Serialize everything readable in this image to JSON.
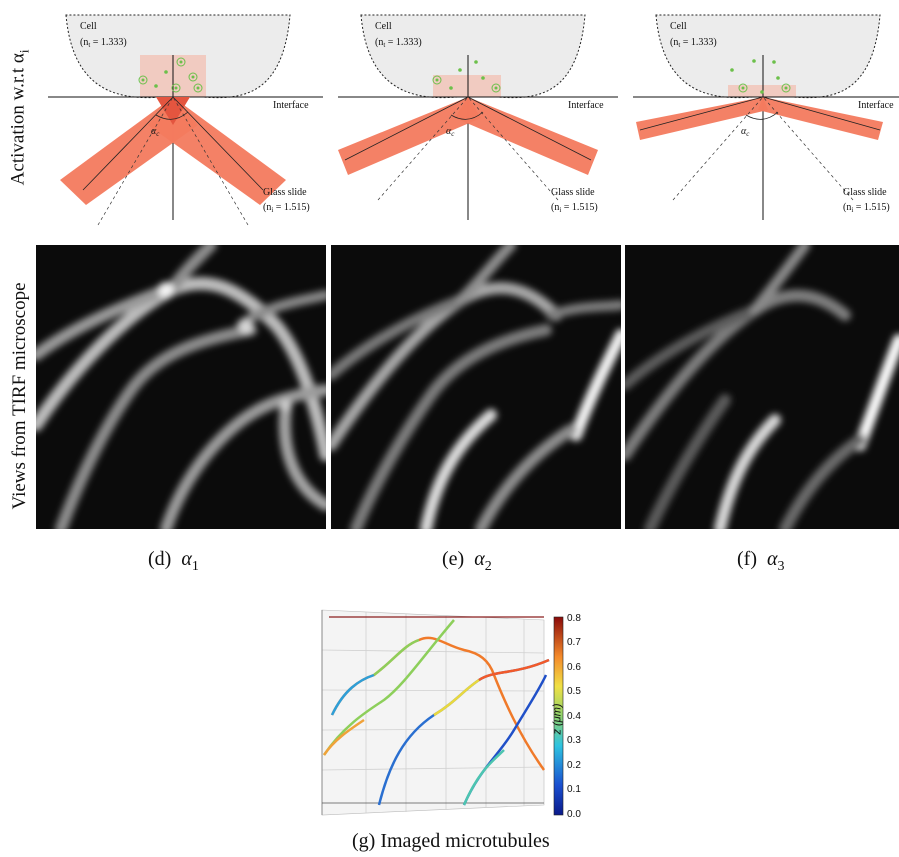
{
  "row_labels": {
    "top": "Activation w.r.t α",
    "top_sub": "i",
    "middle": "Views from TIRF microscope"
  },
  "diagram_labels": {
    "cell": "Cell",
    "cell_index": "(n",
    "cell_index_sub": "t",
    "cell_index_val": " = 1.333)",
    "interface": "Interface",
    "glass": "Glass slide",
    "glass_index": "(n",
    "glass_index_sub": "i",
    "glass_index_val": " = 1.515)",
    "critical_angle": "α",
    "critical_angle_sub": "c"
  },
  "captions": [
    {
      "prefix": "(d)",
      "symbol": "α",
      "sub": "1"
    },
    {
      "prefix": "(e)",
      "symbol": "α",
      "sub": "2"
    },
    {
      "prefix": "(f)",
      "symbol": "α",
      "sub": "3"
    }
  ],
  "caption_g": "(g)  Imaged microtubules",
  "colorbar": {
    "label": "z (μm)",
    "ticks": [
      "0.8",
      "0.7",
      "0.6",
      "0.5",
      "0.4",
      "0.3",
      "0.2",
      "0.1",
      "0.0"
    ]
  },
  "colors": {
    "beam": "#f37a5e",
    "particle": "#6cc04a",
    "cell_fill": "#e8e8e8"
  }
}
